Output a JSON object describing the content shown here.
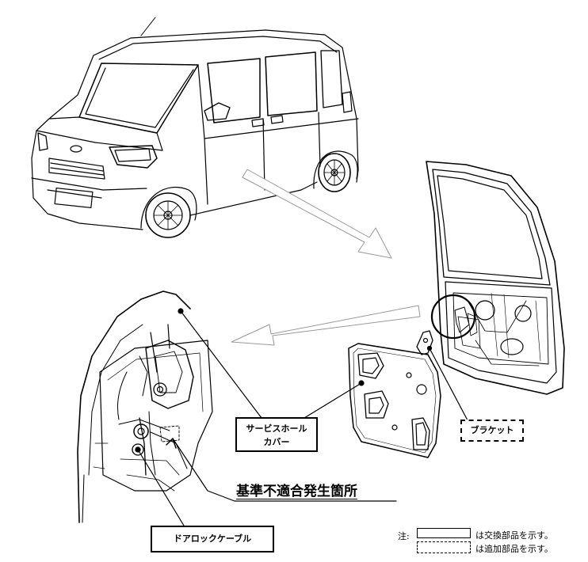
{
  "labels": {
    "service_hole_cover_line1": "サービスホール",
    "service_hole_cover_line2": "カバー",
    "bracket": "ブラケット",
    "door_lock_cable": "ドアロックケーブル",
    "nonconformity_location": "基準不適合発生箇所"
  },
  "legend": {
    "prefix": "注:",
    "replacement_parts": "は交換部品を示す。",
    "added_parts": "は追加部品を示す。"
  },
  "icons": {
    "arrow": "hollow-arrow",
    "highlight": "circle-highlight"
  }
}
